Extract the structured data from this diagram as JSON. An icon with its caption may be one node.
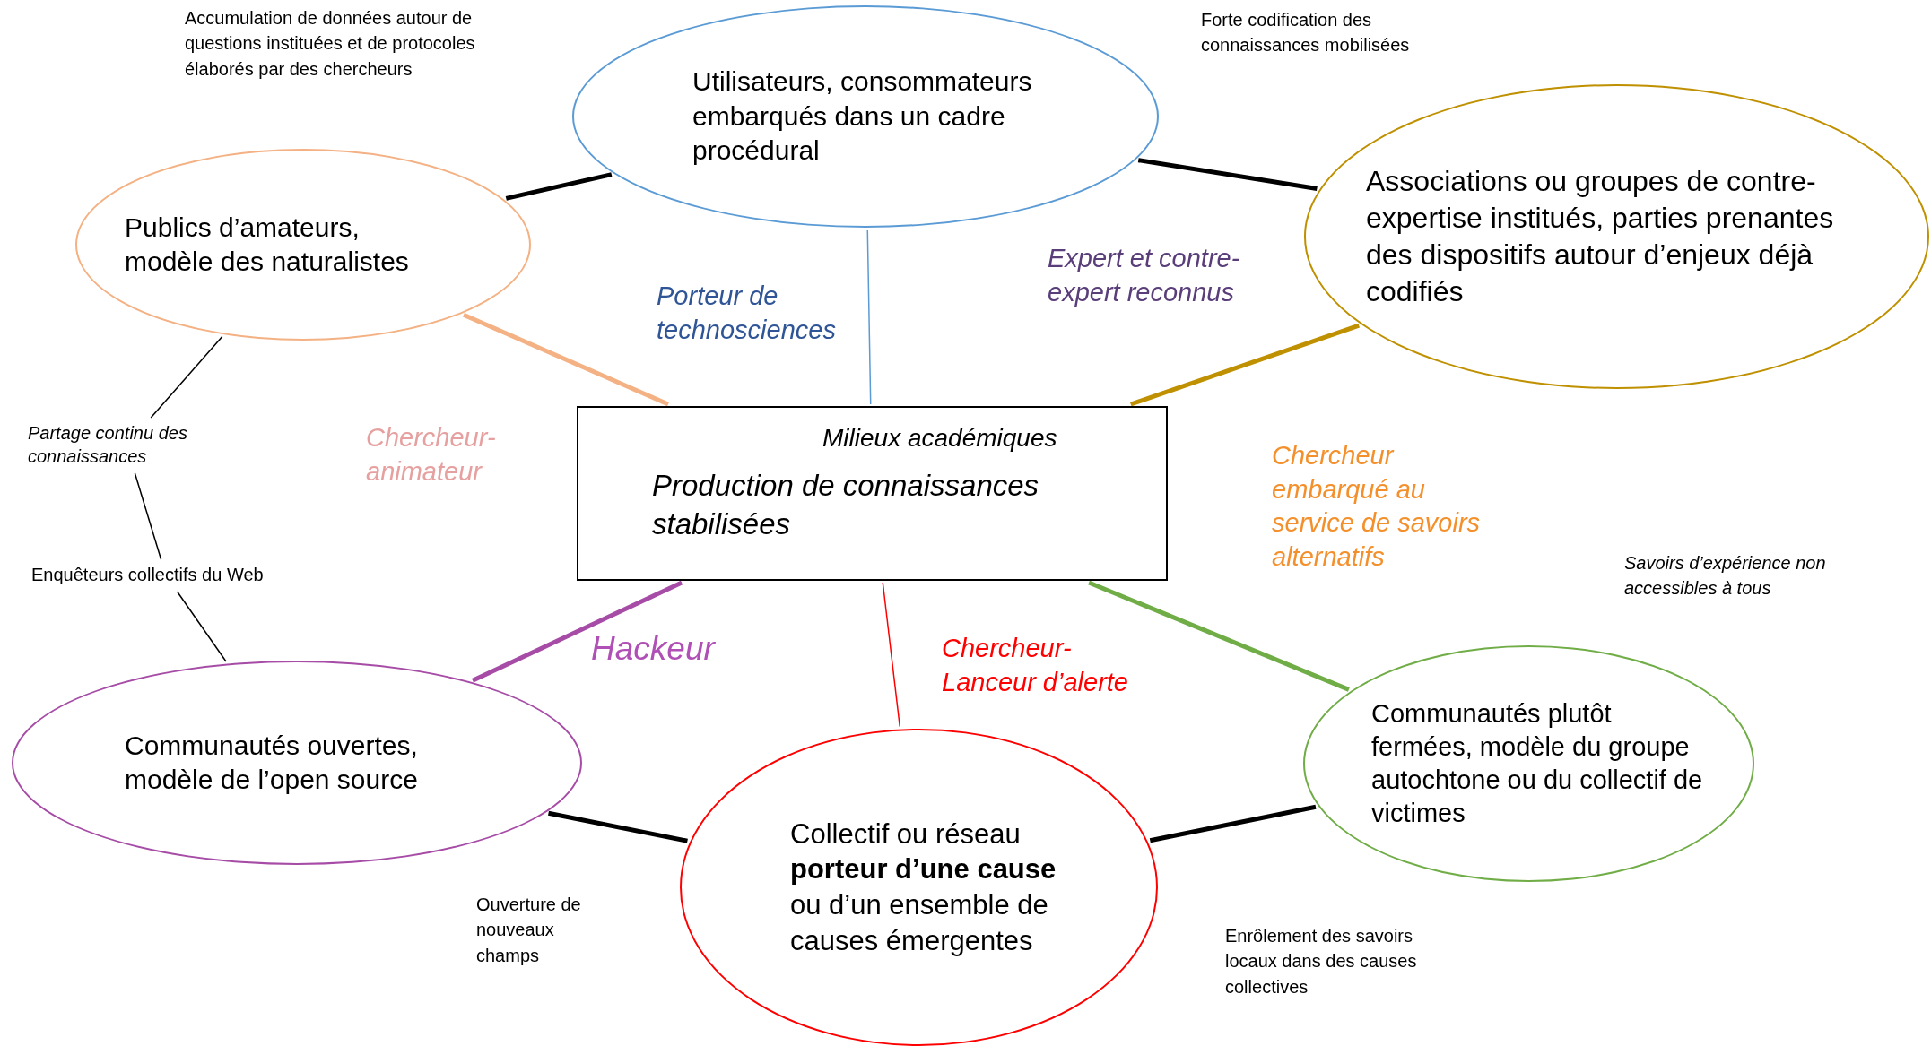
{
  "diagram": {
    "nodes": [
      {
        "text": [
          "Utilisateurs, consommateurs embarqués dans un cadre procédural"
        ]
      },
      {
        "text": [
          "Publics d’amateurs, modèle des naturalistes"
        ]
      },
      {
        "text": [
          "Associations ou groupes de contre-expertise institués, parties prenantes des dispositifs autour d’enjeux déjà codifiés"
        ]
      },
      {
        "text": [
          "Partage continu des connaissances"
        ]
      },
      {
        "text": [
          "Milieux académiques",
          "Production de connaissances stabilisées"
        ]
      },
      {
        "text": [
          "Enquêteurs collectifs du Web"
        ]
      },
      {
        "text": [
          "Communautés ouvertes, modèle de l’open source"
        ]
      },
      {
        "text": [
          "Communautés plutôt fermées, modèle du groupe autochtone ou du collectif de victimes"
        ]
      },
      {
        "text": [
          "Collectif ou réseau **porteur d’une cause** ou d’un ensemble de causes émergentes"
        ]
      }
    ],
    "edges": [
      {
        "from": 4,
        "to": 0,
        "arrow": "none",
        "label": "Porteur de technosciences",
        "color": "#5b9bd5"
      },
      {
        "from": 4,
        "to": 2,
        "arrow": "none",
        "label": "Expert et contre-expert reconnus",
        "color": "#bf9000"
      },
      {
        "from": 4,
        "to": 1,
        "arrow": "none",
        "label": "Chercheur-animateur",
        "color": "#f4b183"
      },
      {
        "from": 4,
        "to": 6,
        "arrow": "none",
        "label": "Hackeur",
        "color": "#a64ca6"
      },
      {
        "from": 4,
        "to": 8,
        "arrow": "none",
        "label": "Chercheur-Lanceur d’alerte",
        "color": "#ff0000"
      },
      {
        "from": 4,
        "to": 7,
        "arrow": "none",
        "label": "Chercheur embarqué au service de savoirs alternatifs",
        "color": "#70ad47"
      },
      {
        "from": 1,
        "to": 0,
        "arrow": "none"
      },
      {
        "from": 0,
        "to": 2,
        "arrow": "none"
      },
      {
        "from": 7,
        "to": 8,
        "arrow": "none"
      },
      {
        "from": 8,
        "to": 6,
        "arrow": "none"
      },
      {
        "from": 1,
        "to": 3,
        "arrow": "none"
      },
      {
        "from": 3,
        "to": 5,
        "arrow": "none"
      },
      {
        "from": 5,
        "to": 6,
        "arrow": "none"
      }
    ],
    "labels": [
      "Accumulation de données autour de questions instituées et de protocoles élaborés par des chercheurs",
      "Forte codification des connaissances mobilisées",
      "Savoirs d’expérience non accessibles à tous",
      "Ouverture de nouveaux champs",
      "Enrôlement des savoirs locaux dans des causes collectives"
    ]
  }
}
